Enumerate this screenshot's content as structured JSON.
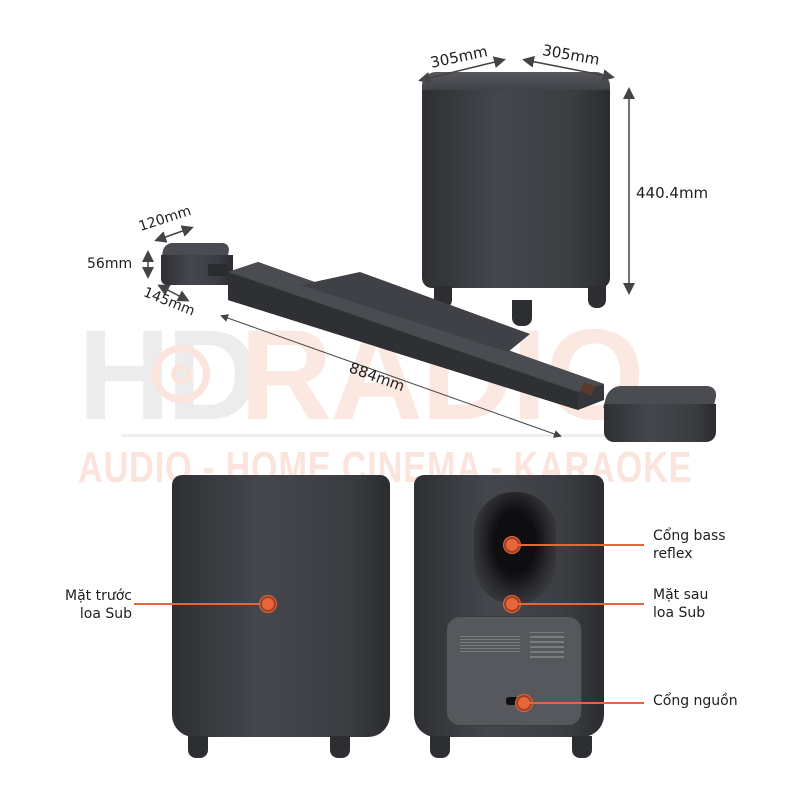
{
  "watermark": {
    "brand_left": "HD",
    "brand_right": "RADIO",
    "tagline": "AUDIO - HOME CINEMA - KARAOKE",
    "colors": {
      "gray": "#ececec",
      "orange": "#fbe4dc"
    }
  },
  "dimensions": {
    "subwoofer_width_left": "305mm",
    "subwoofer_width_right": "305mm",
    "subwoofer_height": "440.4mm",
    "satellite_width": "120mm",
    "satellite_height": "56mm",
    "satellite_depth": "145mm",
    "soundbar_length": "884mm"
  },
  "callouts": {
    "front_sub": {
      "line1": "Mặt trước",
      "line2": "loa Sub"
    },
    "bass_reflex": {
      "line1": "Cổng bass",
      "line2": "reflex"
    },
    "rear_sub": {
      "line1": "Mặt sau",
      "line2": "loa Sub"
    },
    "power_port": {
      "line1": "Cổng nguồn"
    }
  },
  "colors": {
    "accent": "#e8643a",
    "product": "#3b3d42",
    "text": "#1e1e1e"
  }
}
